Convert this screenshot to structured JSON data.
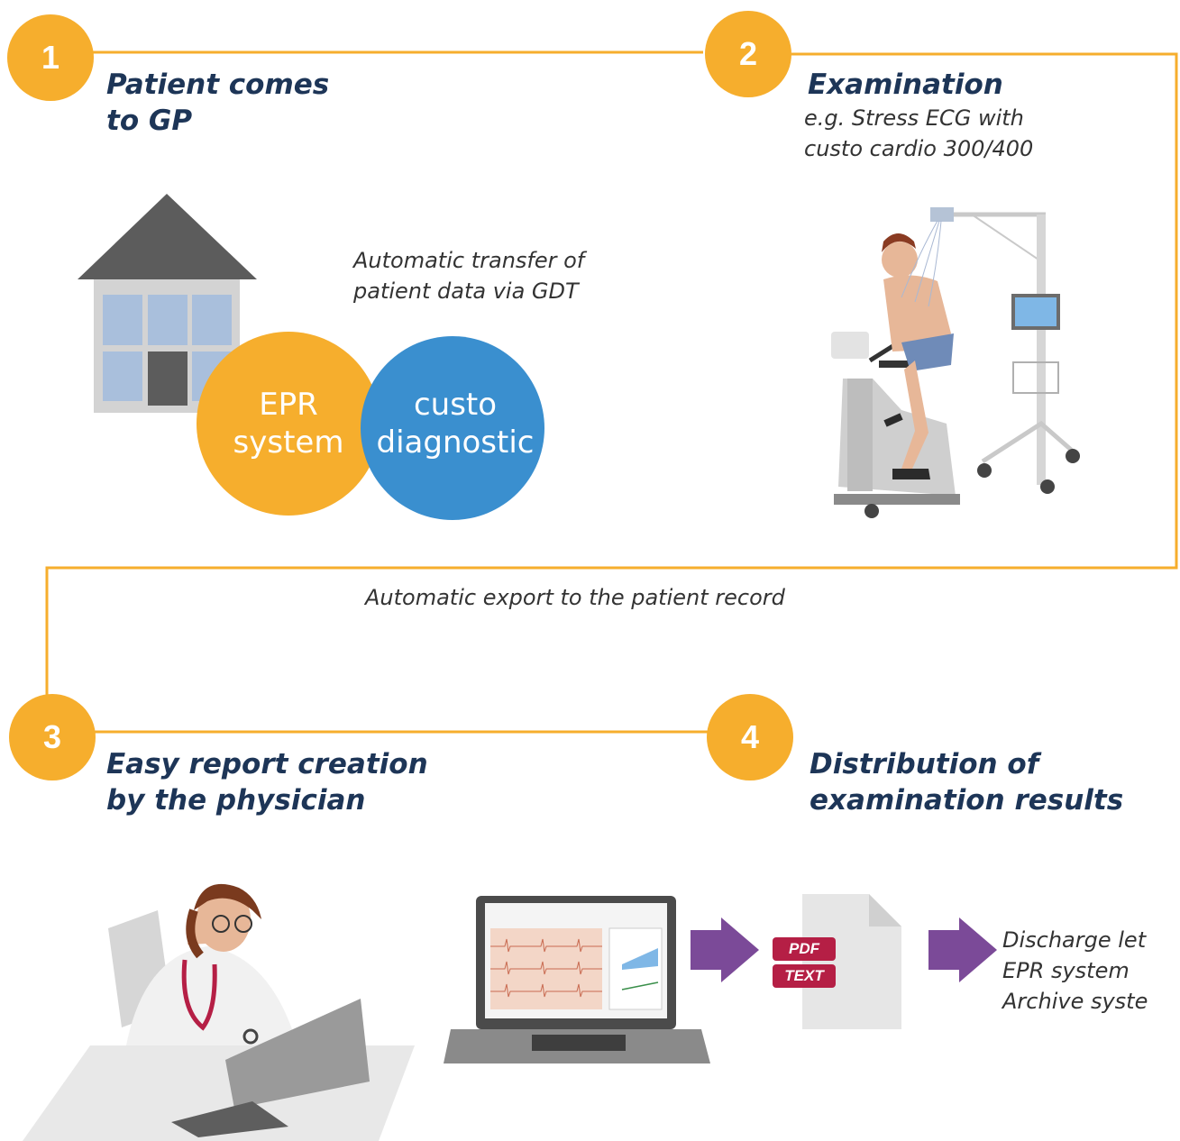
{
  "colors": {
    "accent": "#f6ae2d",
    "title": "#1d3557",
    "epr_circle": "#f6ae2d",
    "custo_circle": "#3a8fcf",
    "arrow": "#7b4a98",
    "tag": "#b51f45"
  },
  "steps": [
    {
      "number": "1",
      "title_line1": "Patient comes",
      "title_line2": "to GP"
    },
    {
      "number": "2",
      "title_line1": "Examination",
      "sub_line1": "e.g. Stress ECG with",
      "sub_line2": "custo cardio 300/400"
    },
    {
      "number": "3",
      "title_line1": "Easy report creation",
      "title_line2": "by the physician"
    },
    {
      "number": "4",
      "title_line1": "Distribution of",
      "title_line2": "examination results"
    }
  ],
  "transfer_note": {
    "line1": "Automatic transfer of",
    "line2": "patient data via GDT"
  },
  "venn": {
    "left": {
      "line1": "EPR",
      "line2": "system"
    },
    "right": {
      "line1": "custo",
      "line2": "diagnostic"
    }
  },
  "export_note": "Automatic export to the patient record",
  "formats": {
    "pdf": "PDF",
    "text": "TEXT"
  },
  "destinations": [
    "Discharge let",
    "EPR system",
    "Archive syste"
  ],
  "icons": [
    "house-icon",
    "stress-ecg-bike-icon",
    "physician-laptop-icon",
    "laptop-software-icon",
    "arrow-right-icon",
    "document-icon"
  ]
}
